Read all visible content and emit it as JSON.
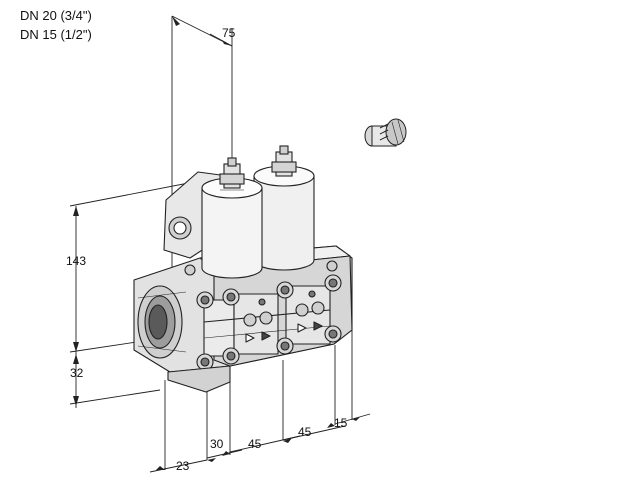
{
  "header": {
    "line1": "DN 20 (3/4\")",
    "line2": "DN 15 (1/2\")"
  },
  "dimensions": {
    "d75": "75",
    "d143": "143",
    "d32": "32",
    "d23": "23",
    "d30": "30",
    "d45a": "45",
    "d45b": "45",
    "d15": "15"
  },
  "colors": {
    "line": "#222222",
    "body_light": "#e6e6e6",
    "body_mid": "#cfcfcf",
    "body_dark": "#9a9a9a",
    "coil_light": "#f3f3f3"
  }
}
